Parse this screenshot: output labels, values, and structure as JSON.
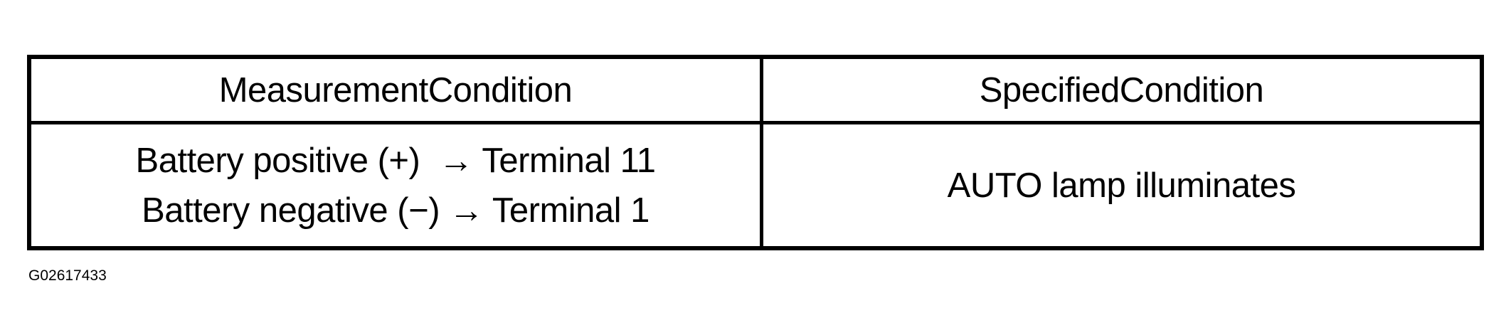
{
  "table": {
    "headers": [
      "MeasurementCondition",
      "SpecifiedCondition"
    ],
    "rows": [
      {
        "measurement": [
          "Battery positive (+)  → Terminal 11",
          "Battery negative (−) → Terminal 1"
        ],
        "specified": "AUTO lamp illuminates"
      }
    ]
  },
  "figure_code": "G02617433"
}
